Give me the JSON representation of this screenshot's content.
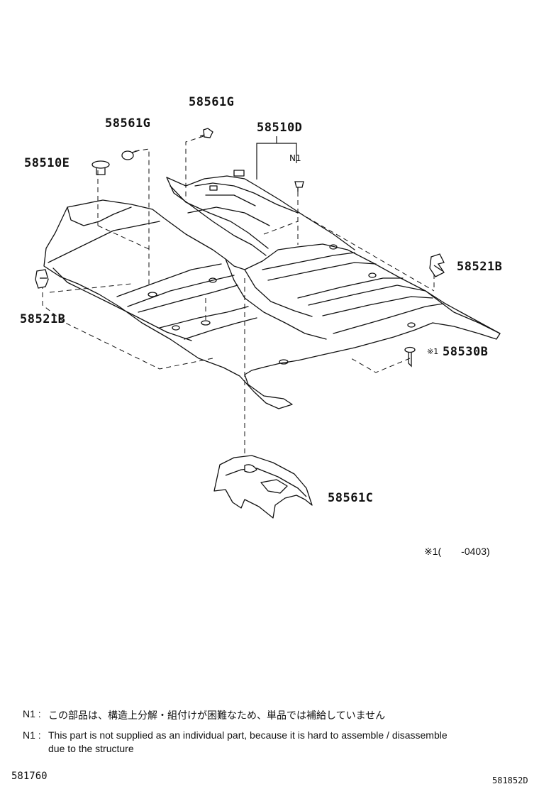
{
  "labels": {
    "g_top": "58561G",
    "g_left": "58561G",
    "d": "58510D",
    "n1": "N1",
    "e": "58510E",
    "b_right": "58521B",
    "b_left": "58521B",
    "b530": "58530B",
    "ref_mark": "※1",
    "c": "58561C"
  },
  "footnote_range": "※1(　　-0403)",
  "notes": [
    {
      "key": "N1 :",
      "text": "この部品は、構造上分解・組付けが困難なため、単品では補給していません"
    },
    {
      "key": "N1 :",
      "text": "This part is not supplied as an individual part, because it is hard to assemble / disassemble"
    },
    {
      "key": "",
      "text": "due to the structure"
    }
  ],
  "footer": {
    "left_code": "581760",
    "right_code": "581852D"
  }
}
